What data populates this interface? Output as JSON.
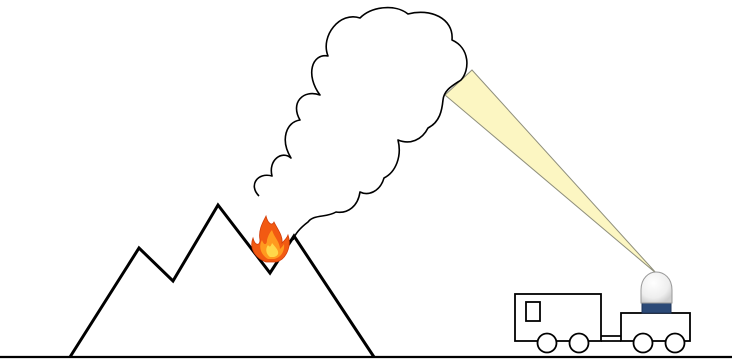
{
  "scene": {
    "elements": [
      {
        "name": "ground-line",
        "kind": "line"
      },
      {
        "name": "mountain",
        "kind": "volcano-outline"
      },
      {
        "name": "fire-icon",
        "kind": "flame"
      },
      {
        "name": "smoke-plume",
        "kind": "cloud-outline"
      },
      {
        "name": "lidar-beam",
        "kind": "light-cone"
      },
      {
        "name": "lidar-sensor-dome",
        "kind": "dome"
      },
      {
        "name": "measurement-vehicle",
        "kind": "truck-with-trailer"
      }
    ]
  },
  "colors": {
    "stroke": "#000000",
    "background": "#ffffff",
    "beam_fill": "#fcf6c2",
    "beam_stroke": "#8f8f7c",
    "flame_outer": "#f25a12",
    "flame_mid": "#ff9a1f",
    "flame_inner": "#ffd84a",
    "dome_fill": "#f4f4f4",
    "dome_band": "#2c4a77"
  }
}
